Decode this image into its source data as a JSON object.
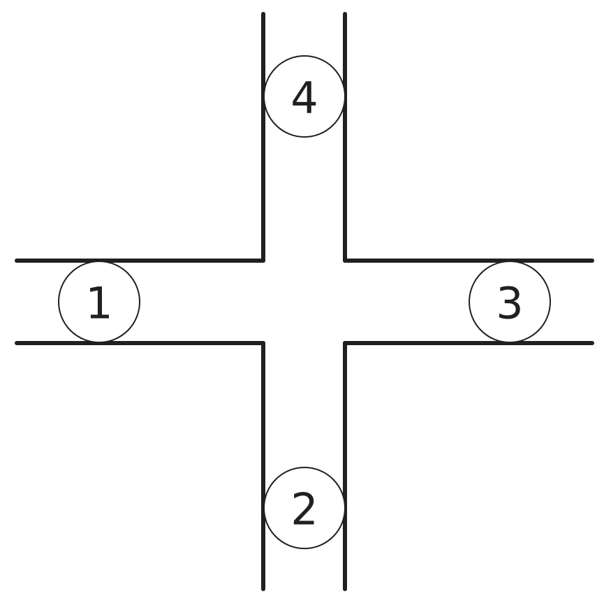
{
  "diagram": {
    "type": "four-way intersection",
    "colors": {
      "line": "#231f20",
      "background": "#ffffff"
    },
    "nodes": [
      {
        "id": "1",
        "label": "1",
        "arm": "left"
      },
      {
        "id": "2",
        "label": "2",
        "arm": "bottom"
      },
      {
        "id": "3",
        "label": "3",
        "arm": "right"
      },
      {
        "id": "4",
        "label": "4",
        "arm": "top"
      }
    ]
  }
}
